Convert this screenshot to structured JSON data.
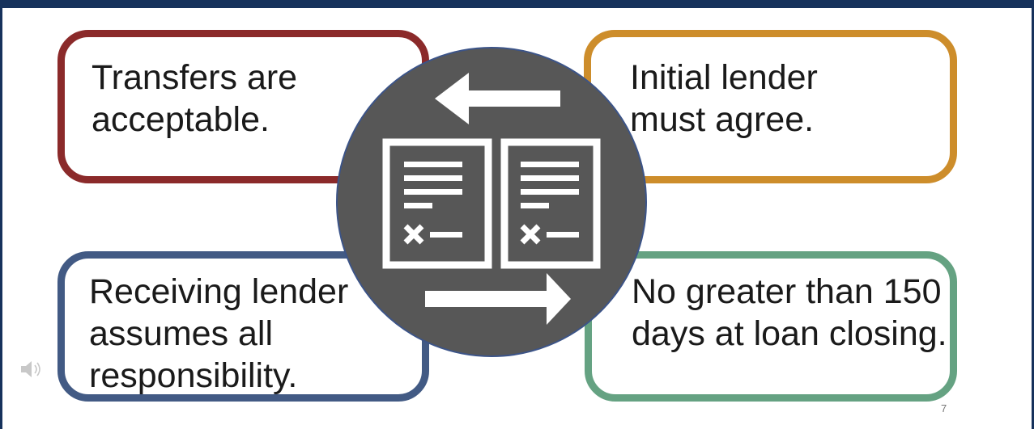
{
  "slide": {
    "cards": {
      "top_left": {
        "lines": [
          "Transfers are",
          "acceptable."
        ],
        "color": "#8b2a2a"
      },
      "top_right": {
        "lines": [
          "Initial lender",
          "must agree."
        ],
        "color": "#cd8d2b"
      },
      "bottom_left": {
        "lines": [
          "Receiving lender",
          "assumes all",
          "responsibility."
        ],
        "color": "#425a84"
      },
      "bottom_right": {
        "lines": [
          "No greater than 150",
          "days at loan closing."
        ],
        "color": "#65a282"
      }
    },
    "center_icon": "document-transfer-icon",
    "audio_icon": "speaker-icon",
    "page_number": "7"
  },
  "colors": {
    "top_bar": "#16325c",
    "circle": "#575757"
  }
}
